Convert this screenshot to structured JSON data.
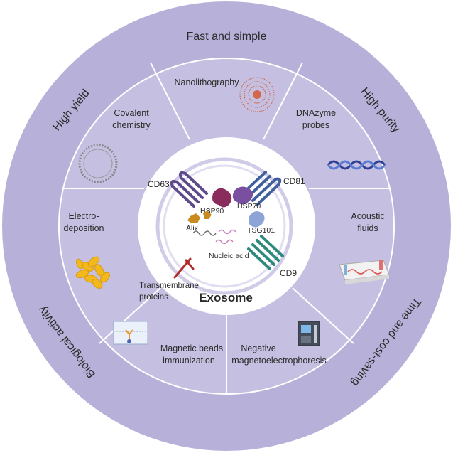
{
  "outer_ring": {
    "top": "Fast and simple",
    "upper_left": "High yield",
    "upper_right": "High purity",
    "lower_left": "Biological activity",
    "lower_right": "Time and cost-saving"
  },
  "methods": {
    "nanolithography": "Nanolithography",
    "covalent_1": "Covalent",
    "covalent_2": "chemistry",
    "dnazyme_1": "DNAzyme",
    "dnazyme_2": "probes",
    "electro_1": "Electro-",
    "electro_2": "deposition",
    "acoustic_1": "Acoustic",
    "acoustic_2": "fluids",
    "magnetic_1": "Magnetic beads",
    "magnetic_2": "immunization",
    "negative_1": "Negative",
    "negative_2": "magnetoelectrophoresis"
  },
  "exosome": {
    "title": "Exosome",
    "cd63": "CD63",
    "cd81": "CD81",
    "cd9": "CD9",
    "hsp90": "HSP90",
    "hsp70": "HSP70",
    "alix": "Alix",
    "tsg101": "TSG101",
    "nucleic_acid": "Nucleic acid",
    "transmembrane_1": "Transmembrane",
    "transmembrane_2": "proteins"
  },
  "colors": {
    "outer_ring": "#b7b1d9",
    "inner_ring": "#c5c0e1",
    "center": "#ffffff",
    "membrane": "#d2cbe8",
    "cd63": "#5d4a8a",
    "cd81": "#3f5f9e",
    "cd9": "#2f8a7e",
    "hsp90": "#8a2d5c",
    "hsp70": "#7a4fa0",
    "alix": "#c98b1f",
    "tsg101": "#8ea3d6",
    "transmembrane": "#b22a2a",
    "electrodeposition": "#f2b81c",
    "nanolithography": "#d4664a",
    "dnazyme": "#2e3f94"
  }
}
